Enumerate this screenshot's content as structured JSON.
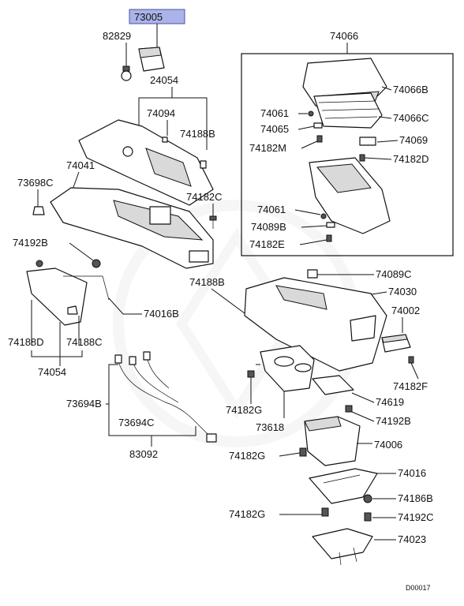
{
  "highlight_color": "#aab4e8",
  "watermark_color": "#efefef",
  "diagram_code": "D00017",
  "labels": {
    "p73005": "73005",
    "p82829": "82829",
    "p24054": "24054",
    "p74094": "74094",
    "p74188B_top": "74188B",
    "p74041": "74041",
    "p73698C": "73698C",
    "p74182C": "74182C",
    "p74192B_left": "74192B",
    "p74016B": "74016B",
    "p74188B_mid": "74188B",
    "p74188D": "74188D",
    "p74188C": "74188C",
    "p74054": "74054",
    "p73694B": "73694B",
    "p73694C": "73694C",
    "p83092": "83092",
    "p74066": "74066",
    "p74066B": "74066B",
    "p74061_a": "74061",
    "p74066C": "74066C",
    "p74065": "74065",
    "p74069": "74069",
    "p74182M": "74182M",
    "p74182D": "74182D",
    "p74061_b": "74061",
    "p74089B": "74089B",
    "p74182E": "74182E",
    "p74089C": "74089C",
    "p74030": "74030",
    "p74002": "74002",
    "p74182F": "74182F",
    "p74619": "74619",
    "p74192B_right": "74192B",
    "p74182G_a": "74182G",
    "p73618": "73618",
    "p74006": "74006",
    "p74182G_b": "74182G",
    "p74016": "74016",
    "p74186B": "74186B",
    "p74182G_c": "74182G",
    "p74192C": "74192C",
    "p74023": "74023"
  }
}
